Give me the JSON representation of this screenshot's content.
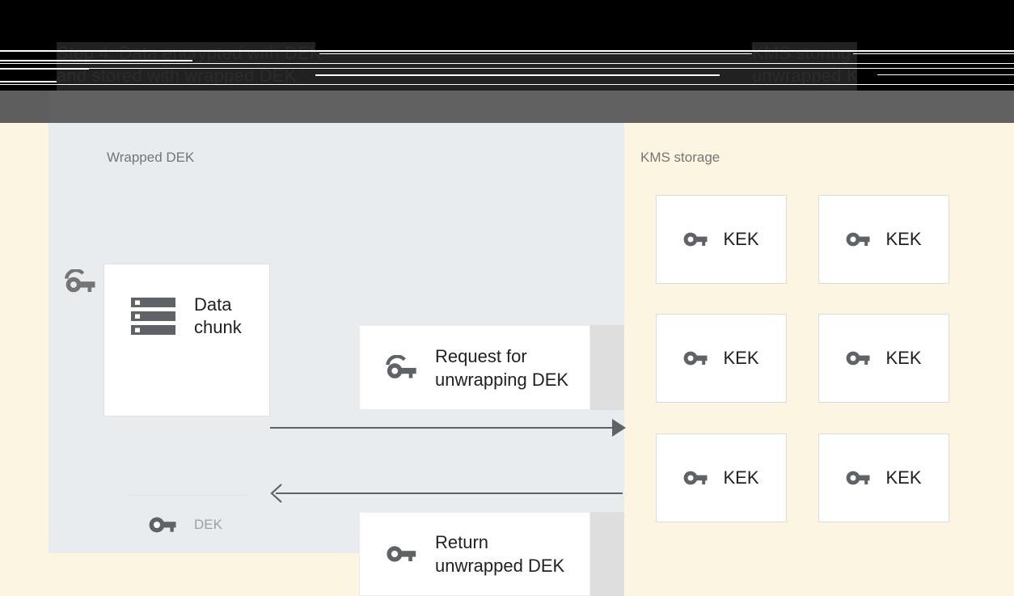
{
  "header": {
    "line1": "Step 4: Data encrypted with DEK",
    "line2": "and stored with wrapped DEK",
    "right_line1": "KMS storing",
    "right_line2": "unwrapped KEK",
    "bg_color": "#212121",
    "band_color": "#616161"
  },
  "left_panel": {
    "title": "Wrapped DEK",
    "icon": "wrapped-key-icon",
    "bg_color": "#E8ECEF",
    "data_chunk": {
      "icon": "storage-bars-icon",
      "label": "Data\nchunk",
      "dek": {
        "icon": "key-icon",
        "label": "DEK"
      }
    },
    "messages": [
      {
        "icon": "wrapped-key-icon",
        "label": "Request for\nunwrapping DEK",
        "direction": "right"
      },
      {
        "icon": "key-icon",
        "label": "Return\nunwrapped DEK",
        "direction": "left"
      }
    ]
  },
  "right_panel": {
    "title": "KMS storage",
    "bg_color": "#FCF5E2",
    "keks": [
      {
        "icon": "key-icon",
        "label": "KEK"
      },
      {
        "icon": "key-icon",
        "label": "KEK"
      },
      {
        "icon": "key-icon",
        "label": "KEK"
      },
      {
        "icon": "key-icon",
        "label": "KEK"
      },
      {
        "icon": "key-icon",
        "label": "KEK"
      },
      {
        "icon": "key-icon",
        "label": "KEK"
      }
    ]
  },
  "colors": {
    "icon_gray": "#5F6368",
    "text_dark": "#202124",
    "text_muted": "#757575",
    "text_light": "#9AA0A6",
    "arrow": "#5F6368",
    "strip_gray": "#DEDEDE"
  }
}
